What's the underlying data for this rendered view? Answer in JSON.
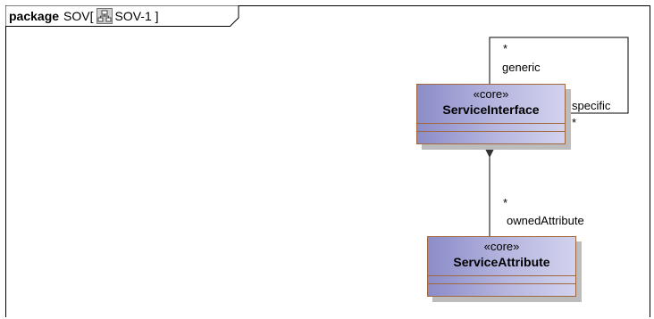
{
  "header": {
    "keyword": "package",
    "name": "SOV[",
    "diagram_name": "SOV-1 ]",
    "icon": "class-diagram-icon"
  },
  "classes": [
    {
      "stereotype": "«core»",
      "name": "ServiceInterface"
    },
    {
      "stereotype": "«core»",
      "name": "ServiceAttribute"
    }
  ],
  "associations": {
    "self": {
      "source_role": "generic",
      "source_mult": "*",
      "target_role": "specific",
      "target_mult": "*"
    },
    "composition": {
      "role": "ownedAttribute",
      "mult": "*"
    }
  },
  "colors": {
    "class_border": "#a0683c",
    "class_fill_start": "#8c8cc9",
    "class_fill_end": "#d2d2ee"
  }
}
